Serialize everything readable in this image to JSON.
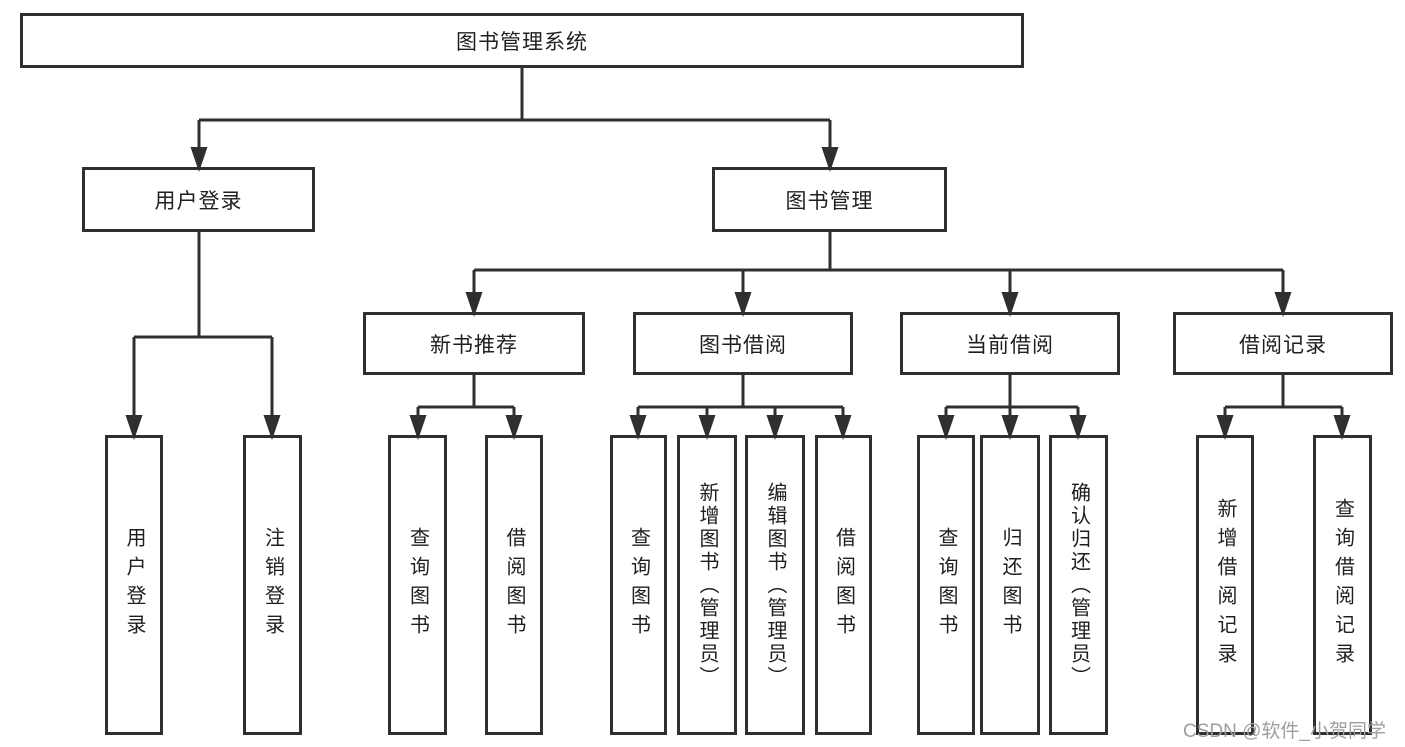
{
  "colors": {
    "line": "#2f2f2f",
    "box_border": "#2f2f2f",
    "text": "#1f1f1f",
    "watermark": "#9e9e9e",
    "background": "#ffffff"
  },
  "watermark": {
    "text": "CSDN @软件_小贺同学"
  },
  "diagram": {
    "type": "tree",
    "root": {
      "label": "图书管理系统",
      "children": [
        {
          "label": "用户登录",
          "children": [
            {
              "label": "用户登录"
            },
            {
              "label": "注销登录"
            }
          ]
        },
        {
          "label": "图书管理",
          "children": [
            {
              "label": "新书推荐",
              "children": [
                {
                  "label": "查询图书"
                },
                {
                  "label": "借阅图书"
                }
              ]
            },
            {
              "label": "图书借阅",
              "children": [
                {
                  "label": "查询图书"
                },
                {
                  "label": "新增图书（管理员）"
                },
                {
                  "label": "编辑图书（管理员）"
                },
                {
                  "label": "借阅图书"
                }
              ]
            },
            {
              "label": "当前借阅",
              "children": [
                {
                  "label": "查询图书"
                },
                {
                  "label": "归还图书"
                },
                {
                  "label": "确认归还（管理员）"
                }
              ]
            },
            {
              "label": "借阅记录",
              "children": [
                {
                  "label": "新增借阅记录"
                },
                {
                  "label": "查询借阅记录"
                }
              ]
            }
          ]
        }
      ]
    }
  }
}
